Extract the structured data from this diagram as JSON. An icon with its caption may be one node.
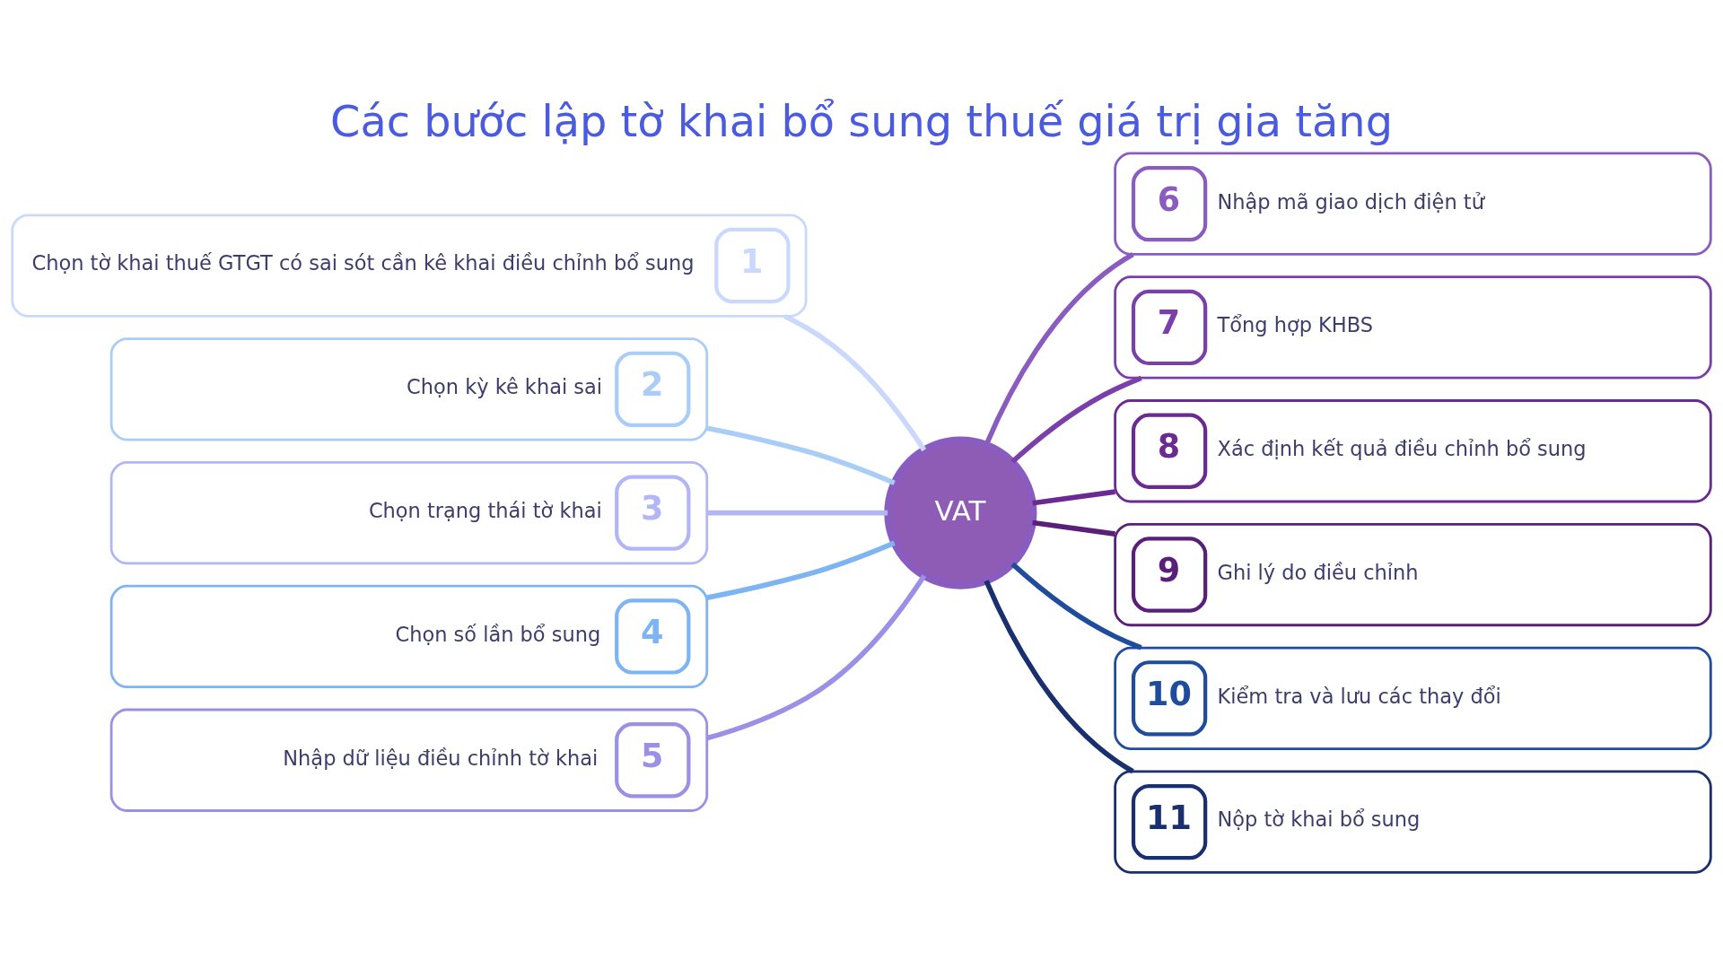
{
  "diagram": {
    "title": "Các bước lập tờ khai bổ sung thuế giá trị gia tăng",
    "nodes": [
      {
        "text": [
          "Chọn tờ khai thuế GTGT có sai sót cần kê khai điều chỉnh bổ sung",
          "1"
        ]
      },
      {
        "text": [
          "Chọn kỳ kê khai sai",
          "2"
        ]
      },
      {
        "text": [
          "Chọn trạng thái tờ khai",
          "3"
        ]
      },
      {
        "text": [
          "Chọn số lần bổ sung",
          "4"
        ]
      },
      {
        "text": [
          "Nhập dữ liệu điều chỉnh tờ khai",
          "5"
        ]
      },
      {
        "text": [
          "VAT"
        ]
      },
      {
        "text": [
          "6",
          "Nhập mã giao dịch điện tử"
        ]
      },
      {
        "text": [
          "7",
          "Tổng hợp KHBS"
        ]
      },
      {
        "text": [
          "8",
          "Xác định kết quả điều chỉnh bổ sung"
        ]
      },
      {
        "text": [
          "9",
          "Ghi lý do điều chỉnh"
        ]
      },
      {
        "text": [
          "10",
          "Kiểm tra và lưu các thay đổi"
        ]
      },
      {
        "text": [
          "11",
          "Nộp tờ khai bổ sung"
        ]
      }
    ],
    "edges": [
      {
        "from": 0,
        "to": 5,
        "arrow": "none",
        "color": "#c9d8fb"
      },
      {
        "from": 1,
        "to": 5,
        "arrow": "none",
        "color": "#a9cdf7"
      },
      {
        "from": 2,
        "to": 5,
        "arrow": "none",
        "color": "#b3b6f5"
      },
      {
        "from": 3,
        "to": 5,
        "arrow": "none",
        "color": "#7fb4f2"
      },
      {
        "from": 4,
        "to": 5,
        "arrow": "none",
        "color": "#9a90e6"
      },
      {
        "from": 5,
        "to": 6,
        "arrow": "none",
        "color": "#8a5cc0"
      },
      {
        "from": 5,
        "to": 7,
        "arrow": "none",
        "color": "#7a3fa8"
      },
      {
        "from": 5,
        "to": 8,
        "arrow": "none",
        "color": "#6a2a92"
      },
      {
        "from": 5,
        "to": 9,
        "arrow": "none",
        "color": "#5a1f78"
      },
      {
        "from": 5,
        "to": 10,
        "arrow": "none",
        "color": "#1f4d9c"
      },
      {
        "from": 5,
        "to": 11,
        "arrow": "none",
        "color": "#1a2f6e"
      }
    ]
  }
}
